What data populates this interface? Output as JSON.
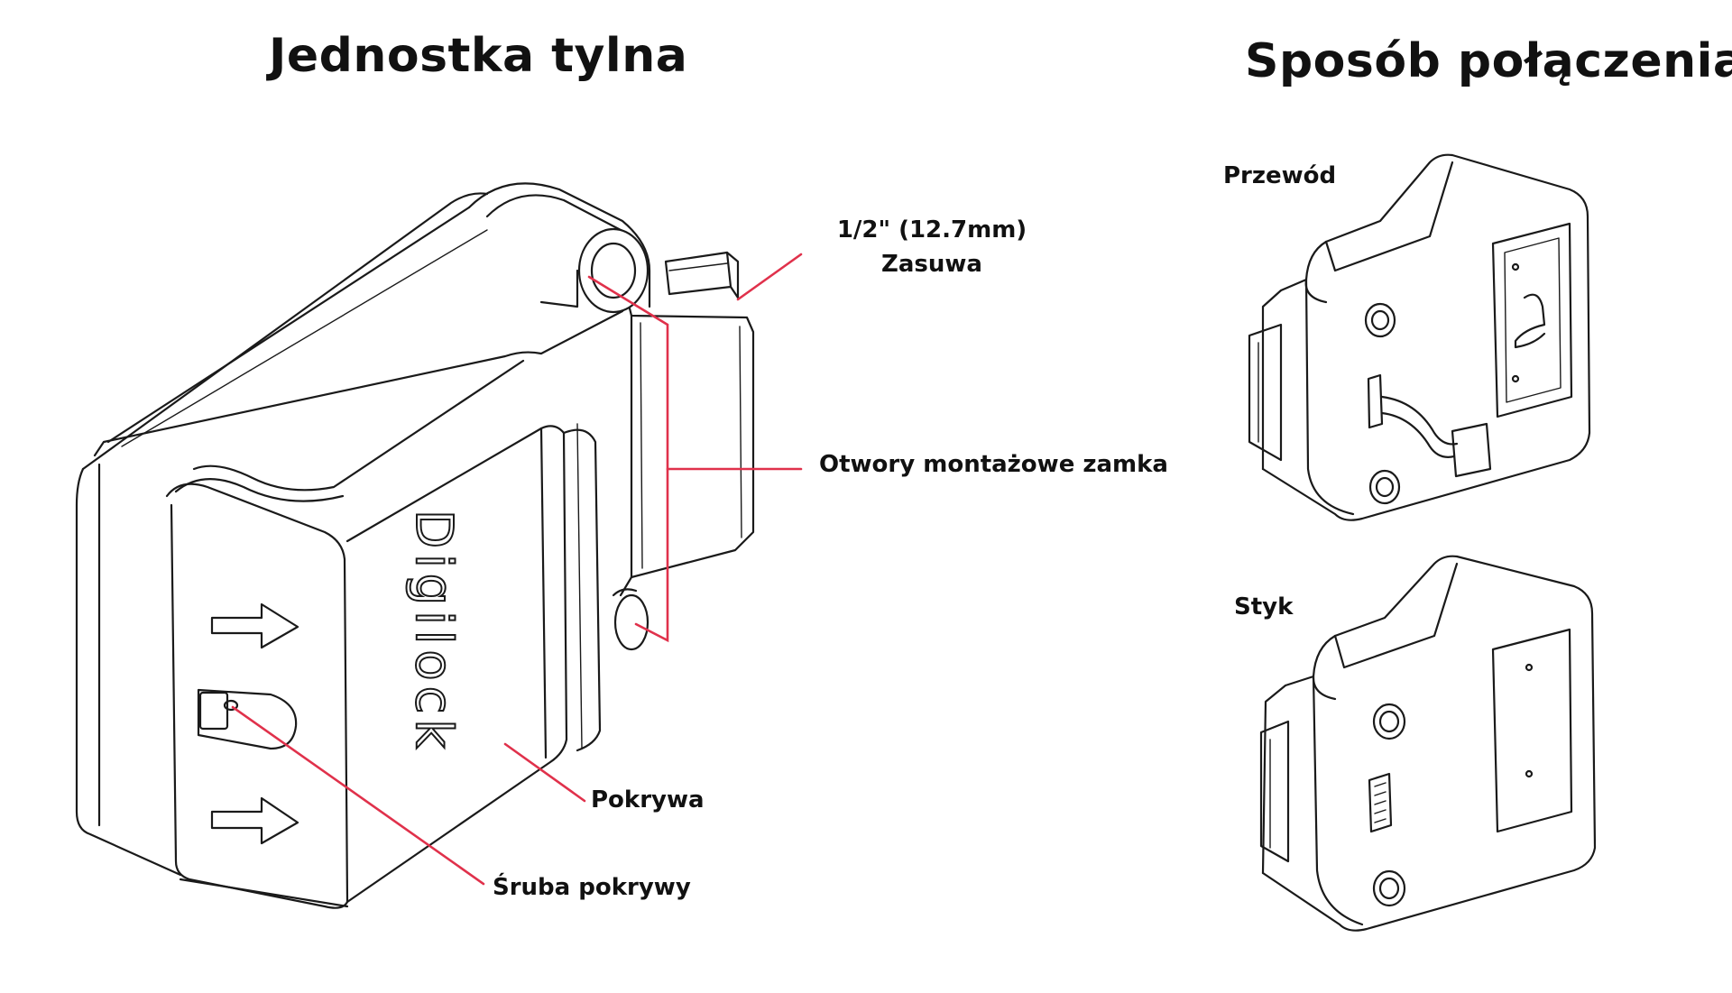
{
  "titles": {
    "left": "Jednostka tylna",
    "right": "Sposób połączenia"
  },
  "labels": {
    "latch_line1": "1/2\" (12.7mm)",
    "latch_line2": "Zasuwa",
    "mounting_holes": "Otwory montażowe zamka",
    "cover": "Pokrywa",
    "cover_screw": "Śruba  pokrywy",
    "wire": "Przewód",
    "contact": "Styk"
  },
  "brand_logo": "Digilock",
  "colors": {
    "leader_lines": "#e0314b",
    "drawing_lines": "#1a1a1a",
    "background": "#ffffff"
  }
}
